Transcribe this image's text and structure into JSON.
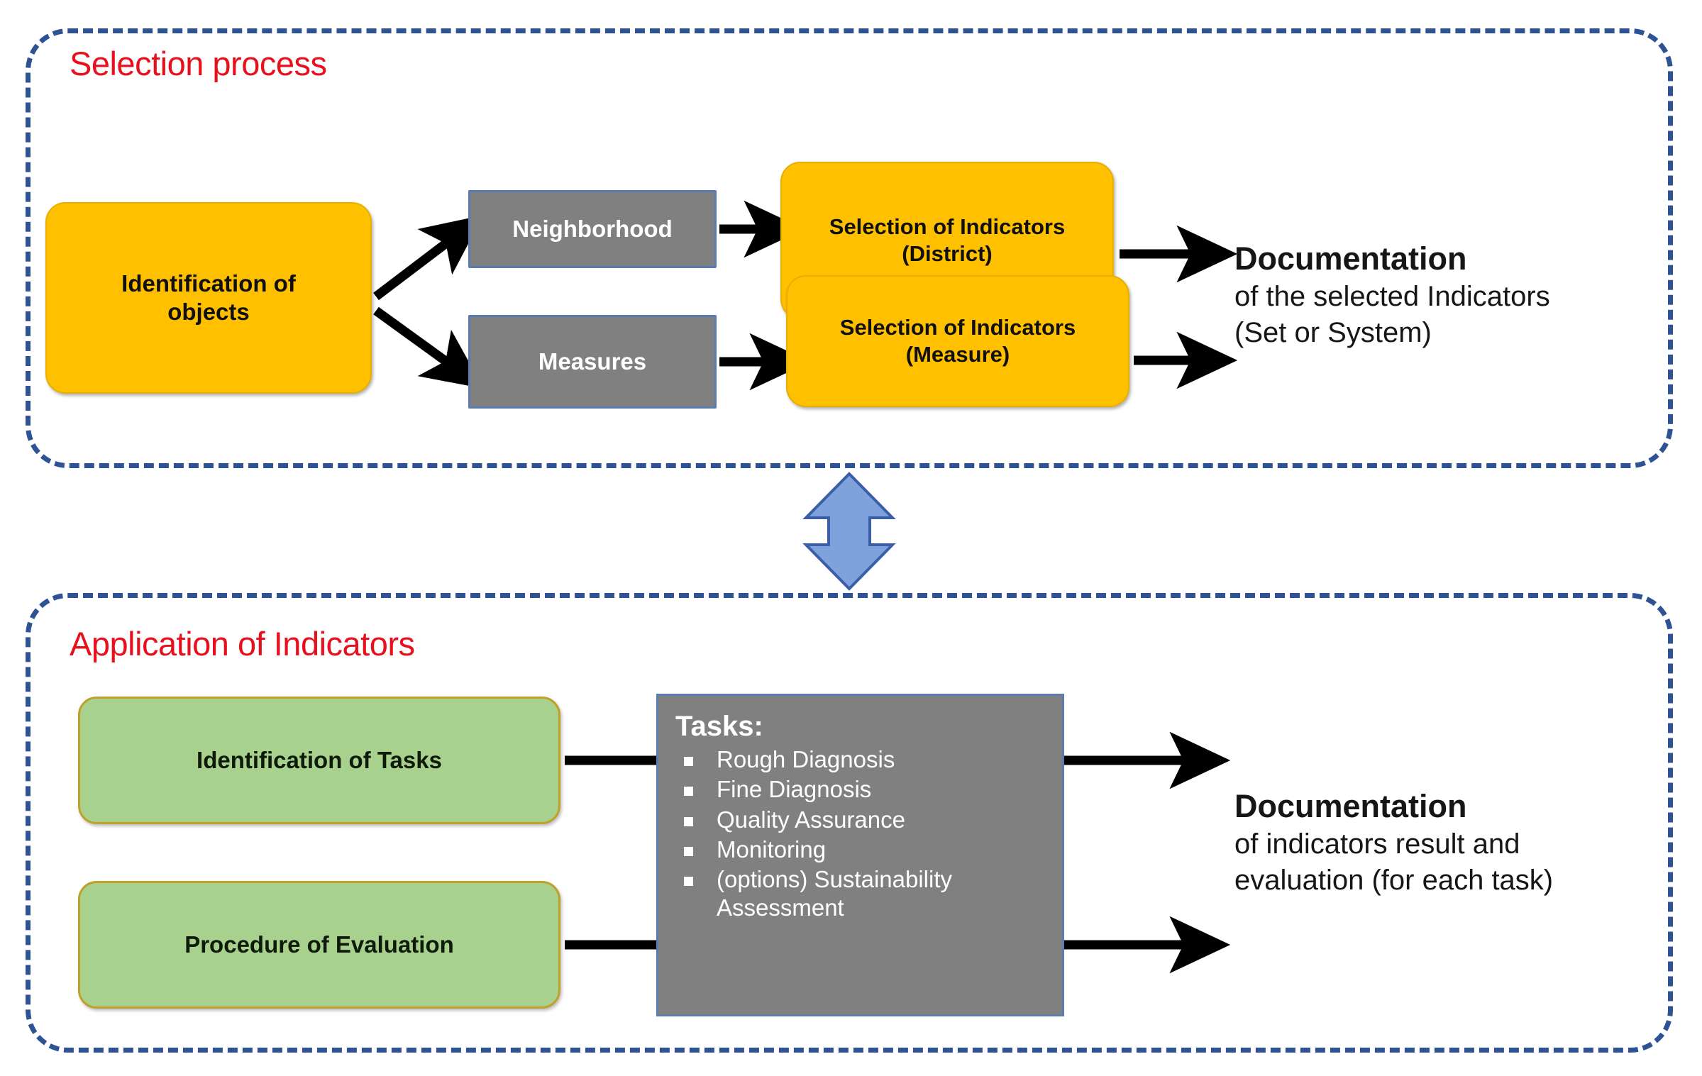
{
  "diagram": {
    "title_visible": false,
    "colors": {
      "orange": "#FFC000",
      "green": "#A9D18E",
      "gray": "#808080",
      "frame_blue": "#2E5395",
      "caption_red": "#E8101D",
      "arrow_black": "#000000",
      "double_arrow_fill": "#7EA3DC",
      "double_arrow_stroke": "#3B5EA8",
      "box_border_blue": "#5B7CB0",
      "green_border": "#BFA02A"
    }
  },
  "sections": {
    "selection": {
      "caption": "Selection process",
      "nodes": {
        "identification_objects": "Identification of\nobjects",
        "neighborhood": "Neighborhood",
        "measures": "Measures",
        "selection_district": "Selection of Indicators\n(District)",
        "selection_measure": "Selection of Indicators\n(Measure)"
      },
      "documentation": {
        "head": "Documentation",
        "lines": [
          "of the selected Indicators",
          "(Set or System)"
        ]
      }
    },
    "application": {
      "caption": "Application of Indicators",
      "nodes": {
        "identification_tasks": "Identification of Tasks",
        "procedure_evaluation": "Procedure of Evaluation"
      },
      "tasks_panel": {
        "title": "Tasks:",
        "items": [
          "Rough Diagnosis",
          "Fine Diagnosis",
          "Quality Assurance",
          "Monitoring",
          "(options) Sustainability Assessment"
        ]
      },
      "documentation": {
        "head": "Documentation",
        "lines": [
          "of indicators result and",
          "evaluation (for each task)"
        ]
      }
    }
  },
  "connector": {
    "between_sections": "bidirectional-vertical-arrow"
  }
}
